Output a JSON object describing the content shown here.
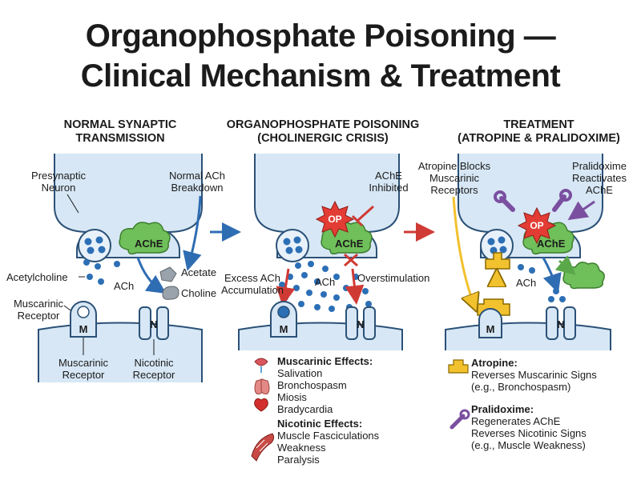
{
  "title": {
    "line1": "Organophosphate Poisoning —",
    "line2": "Clinical Mechanism & Treatment"
  },
  "panels": {
    "normal": {
      "heading1": "NORMAL SYNAPTIC",
      "heading2": "TRANSMISSION",
      "presynaptic1": "Presynaptic",
      "presynaptic2": "Neuron",
      "breakdown1": "Normal ACh",
      "breakdown2": "Breakdown",
      "acetylcholine": "Acetylcholine",
      "ach": "ACh",
      "ache": "AChE",
      "acetate": "Acetate",
      "choline": "Choline",
      "musc_receptor_top1": "Muscarinic",
      "musc_receptor_top2": "Receptor",
      "musc_receptor1": "Muscarinic",
      "musc_receptor2": "Receptor",
      "nic_receptor1": "Nicotinic",
      "nic_receptor2": "Receptor",
      "m": "M",
      "n": "N"
    },
    "poison": {
      "heading1": "ORGANOPHOSPHATE POISONING",
      "heading2": "(CHOLINERGIC CRISIS)",
      "inhibited1": "AChE",
      "inhibited2": "Inhibited",
      "op": "OP",
      "ache": "AChE",
      "excess1": "Excess ACh",
      "excess2": "Accumulation",
      "ach": "ACh",
      "overstim": "Overstimulation",
      "m": "M",
      "n": "N",
      "muscarinic_heading": "Muscarinic Effects:",
      "muscarinic_effects": [
        "Salivation",
        "Bronchospasm",
        "Miosis",
        "Bradycardia"
      ],
      "nicotinic_heading": "Nicotinic Effects:",
      "nicotinic_effects": [
        "Muscle Fasciculations",
        "Weakness",
        "Paralysis"
      ]
    },
    "treatment": {
      "heading1": "TREATMENT",
      "heading2": "(ATROPINE & PRALIDOXIME)",
      "atropine_blocks1": "Atropine Blocks",
      "atropine_blocks2": "Muscarinic",
      "atropine_blocks3": "Receptors",
      "pralidoxime1": "Pralidoxime",
      "pralidoxime2": "Reactivates",
      "pralidoxime3": "AChE",
      "op": "OP",
      "ache": "AChE",
      "ach": "ACh",
      "m": "M",
      "n": "N",
      "atropine_heading": "Atropine:",
      "atropine_text": [
        "Reverses Muscarinic Signs",
        "(e.g., Bronchospasm)"
      ],
      "pralidoxime_heading": "Pralidoxime:",
      "pralidoxime_text": [
        "Regenerates AChE",
        "Reverses Nicotinic Signs",
        "(e.g., Muscle Weakness)"
      ]
    }
  },
  "colors": {
    "neuron_fill": "#d7e7f5",
    "neuron_stroke": "#2b5177",
    "ache_green": "#6fbf5a",
    "ach_blue": "#2c6fb5",
    "arrow_blue": "#2f6db3",
    "arrow_red": "#d03a35",
    "op_red": "#e23c34",
    "atropine_yellow": "#f2c12e",
    "pralidoxime_purple": "#7a4fa0"
  }
}
